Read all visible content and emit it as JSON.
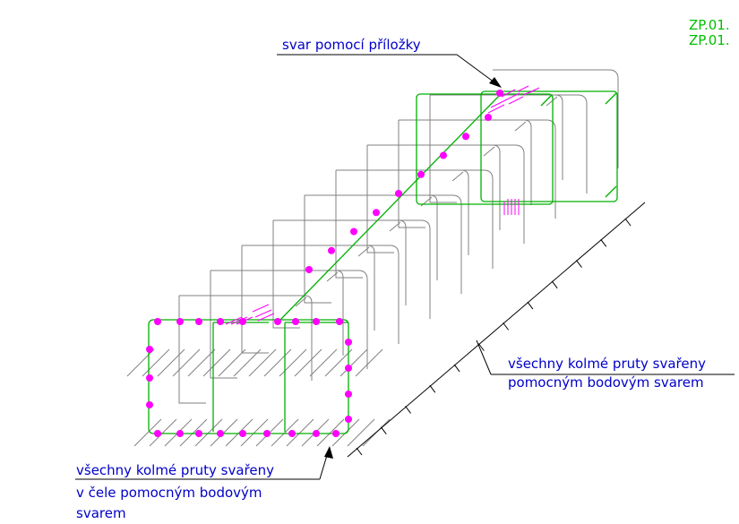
{
  "sheet": {
    "codes": [
      "ZP.01.",
      "ZP.01."
    ]
  },
  "notes": {
    "top": "svar pomocí příložky",
    "right": [
      "všechny kolmé pruty svařeny",
      "pomocným bodovým svarem"
    ],
    "bottom": [
      "všechny kolmé pruty svařeny",
      "v čele pomocným bodovým",
      "svarem"
    ]
  },
  "colors": {
    "rebar_gray": "#808080",
    "stirrup_green": "#00b000",
    "weld_magenta": "#ff00ff",
    "text_blue": "#0000c8",
    "code_green": "#00c000",
    "leader": "#000000"
  }
}
